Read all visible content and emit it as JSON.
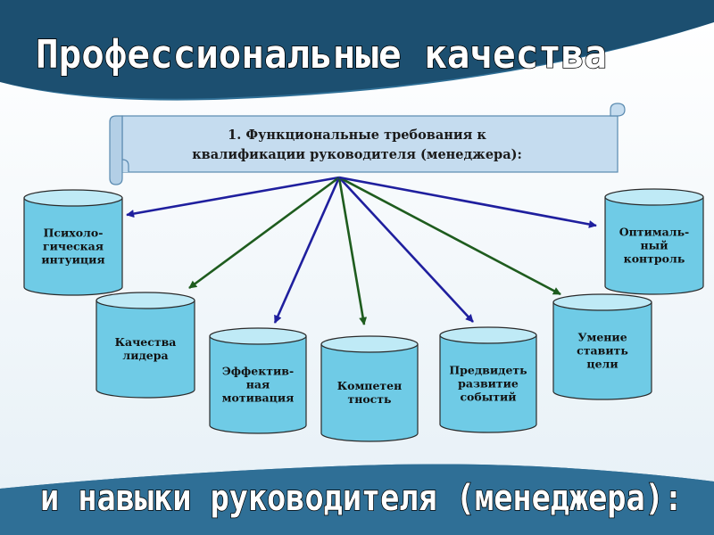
{
  "title_top": "Профессиональные качества",
  "title_bottom": "и навыки руководителя (менеджера):",
  "scroll": {
    "line1": "1. Функциональные требования к",
    "line2": "квалификации руководителя (менеджера):"
  },
  "cylinders": [
    {
      "id": "psy",
      "lines": [
        "Психоло-",
        "гическая",
        "интуиция"
      ],
      "arrow": "blue"
    },
    {
      "id": "lead",
      "lines": [
        "Качества",
        "лидера"
      ],
      "arrow": "green"
    },
    {
      "id": "motiv",
      "lines": [
        "Эффектив-",
        "ная",
        "мотивация"
      ],
      "arrow": "blue"
    },
    {
      "id": "comp",
      "lines": [
        "Компетен",
        "тность"
      ],
      "arrow": "green"
    },
    {
      "id": "fore",
      "lines": [
        "Предвидеть",
        "развитие",
        "событий"
      ],
      "arrow": "blue"
    },
    {
      "id": "goal",
      "lines": [
        "Умение",
        "ставить",
        "цели"
      ],
      "arrow": "green"
    },
    {
      "id": "ctrl",
      "lines": [
        "Оптималь-",
        "ный",
        "контроль"
      ],
      "arrow": "blue"
    }
  ],
  "colors": {
    "background": "#2f6f96",
    "band": "#ffffff",
    "cylinder_body": "#6fcbe6",
    "cylinder_top": "#bfeaf6",
    "scroll_fill": "#c5dcef",
    "arrow_blue": "#1f1f9e",
    "arrow_green": "#1e5c1e"
  }
}
